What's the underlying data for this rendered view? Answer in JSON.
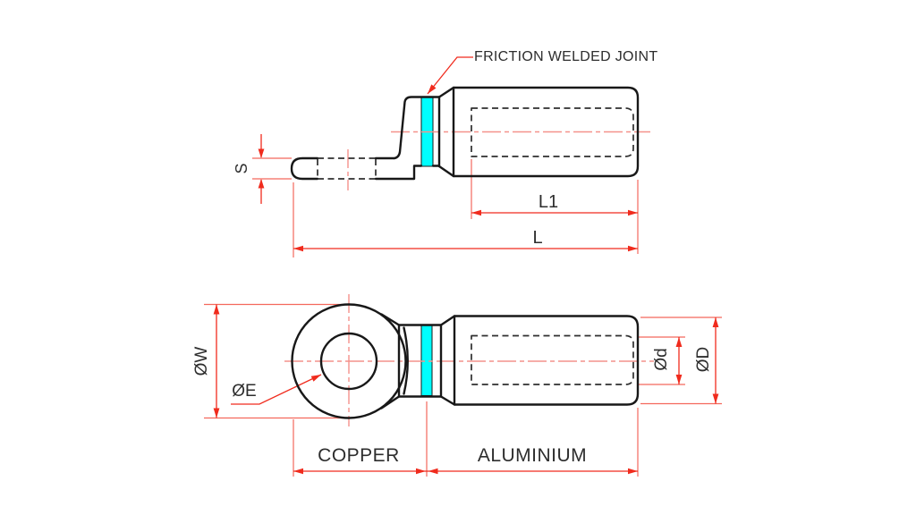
{
  "colors": {
    "background": "#ffffff",
    "object_line": "#181818",
    "hidden_line": "#2e2e2e",
    "dimension": "#f02b1d",
    "extension": "#f4685c",
    "centerline": "#f4928b",
    "weld_band": "#00ffff",
    "text": "#2d2d2d"
  },
  "labels": {
    "friction_joint": "FRICTION WELDED JOINT",
    "s": "S",
    "l1": "L1",
    "l": "L",
    "ow": "ØW",
    "oe": "ØE",
    "od_inner": "Ød",
    "od_outer": "ØD",
    "copper": "COPPER",
    "aluminium": "ALUMINIUM"
  },
  "side_view": {
    "dimension_labels": [
      "S",
      "L1",
      "L"
    ],
    "callout": "FRICTION WELDED JOINT"
  },
  "plan_view": {
    "dimension_labels": [
      "ØW",
      "ØE",
      "Ød",
      "ØD"
    ],
    "material_labels": [
      "COPPER",
      "ALUMINIUM"
    ]
  }
}
